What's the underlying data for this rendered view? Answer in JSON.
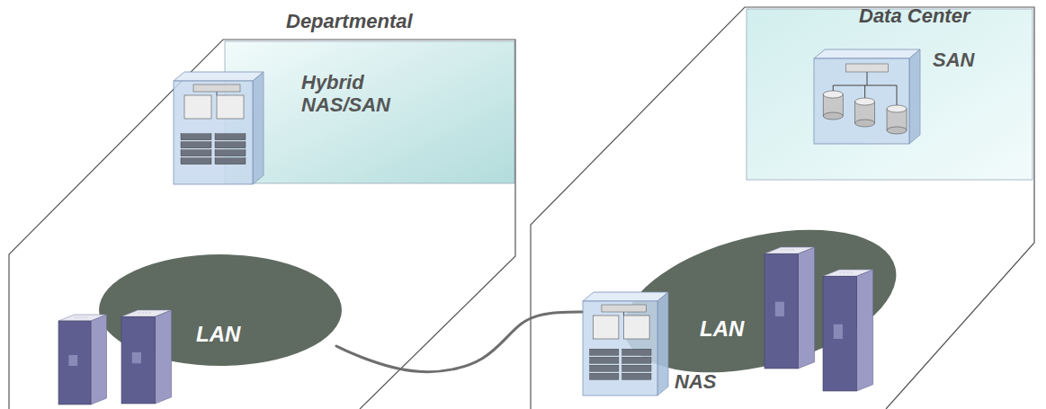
{
  "diagram": {
    "nodes": [
      {
        "text": [
          "Departmental"
        ]
      },
      {
        "text": [
          "LAN"
        ],
        "in": 0
      },
      {
        "text": [
          "Hybrid NAS/SAN"
        ],
        "in": 0
      },
      {
        "text": [
          "Data Center"
        ]
      },
      {
        "text": [
          "LAN"
        ],
        "in": 3
      },
      {
        "text": [
          "NAS"
        ],
        "in": 3
      },
      {
        "text": [
          "SAN"
        ],
        "in": 3
      }
    ],
    "edges": [
      {
        "from": 1,
        "to": 5,
        "arrow": "none"
      }
    ]
  }
}
